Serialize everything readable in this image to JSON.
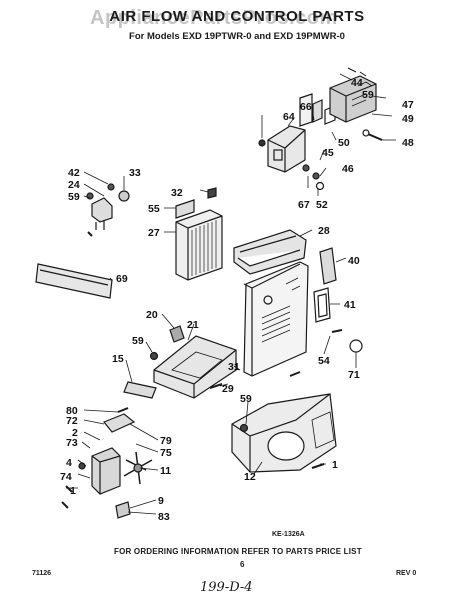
{
  "header": {
    "title": "AIR FLOW AND CONTROL PARTS",
    "watermark": "AppliancePartsPros.com",
    "subtitle": "For Models EXD 19PTWR-0 and EXD 19PMWR-0"
  },
  "callouts": [
    "44",
    "59",
    "47",
    "49",
    "48",
    "66",
    "64",
    "50",
    "45",
    "46",
    "67",
    "52",
    "42",
    "33",
    "24",
    "59",
    "32",
    "55",
    "27",
    "28",
    "40",
    "69",
    "20",
    "21",
    "59",
    "15",
    "31",
    "54",
    "71",
    "29",
    "80",
    "72",
    "59",
    "2",
    "73",
    "79",
    "75",
    "4",
    "74",
    "1",
    "11",
    "9",
    "83",
    "12",
    "1",
    "41"
  ],
  "drawing_code": "KE-1326A",
  "footer": {
    "left_code": "71126",
    "ordering_note": "FOR ORDERING INFORMATION REFER TO PARTS PRICE LIST",
    "page_number": "6",
    "revision": "REV 0",
    "handwritten_note": "199-D-4"
  }
}
